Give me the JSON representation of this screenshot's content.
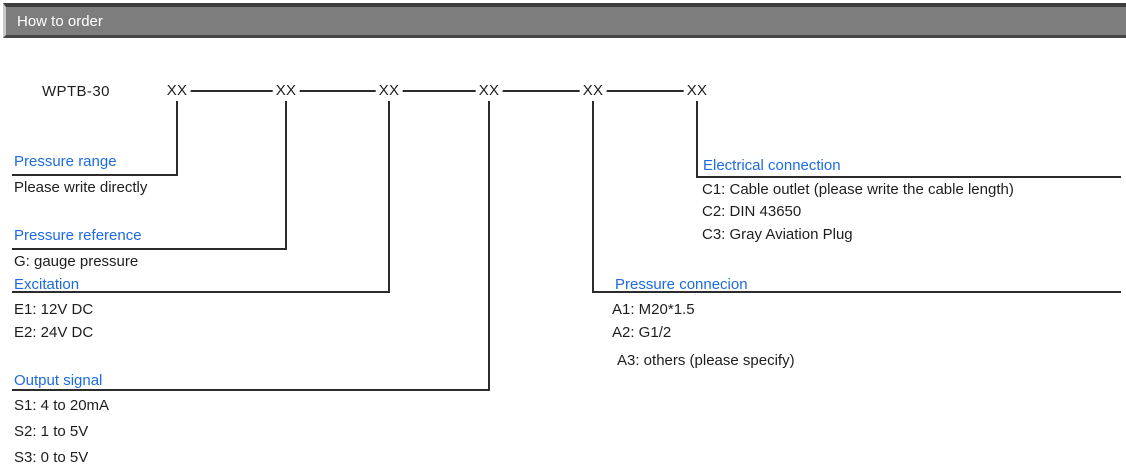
{
  "header": {
    "title": "How to order"
  },
  "model": {
    "code": "WPTB-30",
    "slot_placeholder": "XX",
    "slot_count": 6
  },
  "colors": {
    "accent_blue": "#1c6be2",
    "header_bar_bg": "#7d7d7d",
    "header_bar_text": "#ffffff",
    "line": "#2b2b2b",
    "body_text": "#1e1e1e"
  },
  "groups": [
    {
      "title": "Pressure range",
      "options": [
        "Please write directly"
      ]
    },
    {
      "title": "Pressure reference",
      "options": [
        "G: gauge pressure"
      ]
    },
    {
      "title": "Excitation",
      "options": [
        "E1: 12V DC",
        "E2: 24V DC"
      ]
    },
    {
      "title": "Output signal",
      "options": [
        "S1: 4 to 20mA",
        "S2: 1 to 5V",
        "S3: 0 to 5V"
      ]
    },
    {
      "title": "Pressure connecion",
      "options": [
        "A1: M20*1.5",
        "A2: G1/2",
        "A3: others (please specify)"
      ]
    },
    {
      "title": "Electrical connection",
      "options": [
        "C1: Cable outlet (please write the cable length)",
        "C2: DIN 43650",
        "C3: Gray Aviation Plug"
      ]
    }
  ]
}
